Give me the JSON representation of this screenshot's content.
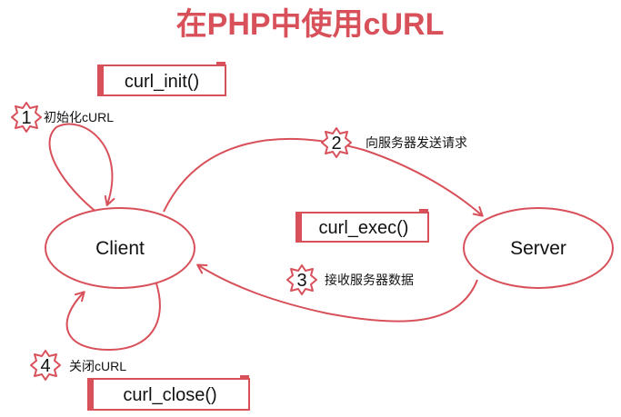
{
  "title": "在PHP中使用cURL",
  "nodes": {
    "client": "Client",
    "server": "Server"
  },
  "functions": {
    "init": "curl_init()",
    "exec": "curl_exec()",
    "close": "curl_close()"
  },
  "steps": [
    {
      "num": "1",
      "label": "初始化cURL"
    },
    {
      "num": "2",
      "label": "向服务器发送请求"
    },
    {
      "num": "3",
      "label": "接收服务器数据"
    },
    {
      "num": "4",
      "label": "关闭cURL"
    }
  ],
  "colors": {
    "accent": "#d8505a",
    "text": "#111111",
    "background": "#ffffff"
  }
}
